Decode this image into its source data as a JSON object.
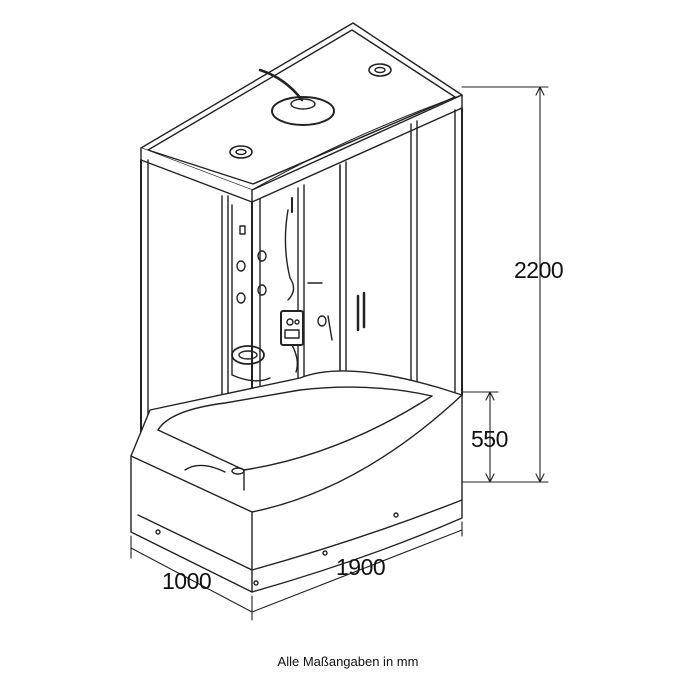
{
  "dimensions": {
    "height_total": "2200",
    "height_tray": "550",
    "length": "1900",
    "width": "1000"
  },
  "caption": "Alle Maßangaben in mm",
  "colors": {
    "line": "#222222",
    "background": "#ffffff"
  }
}
